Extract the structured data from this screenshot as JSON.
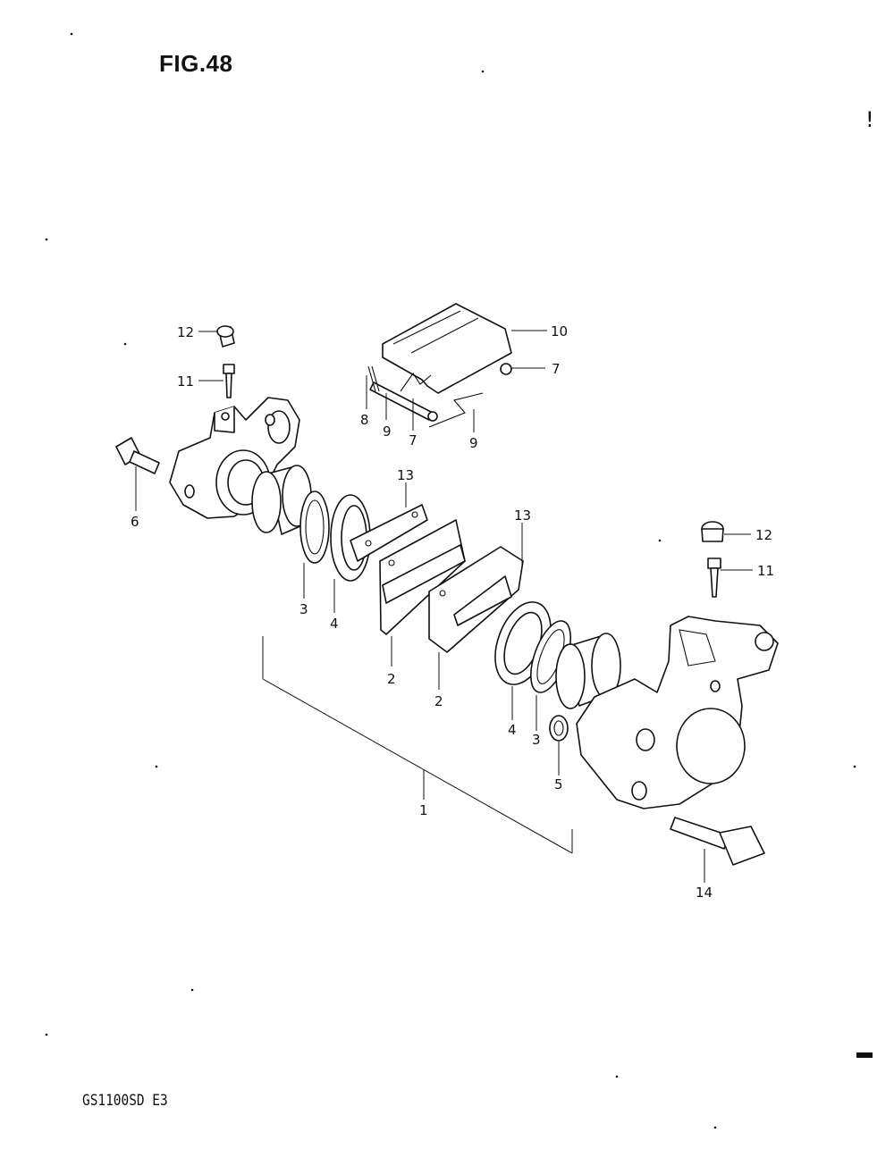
{
  "figure": {
    "title": "FIG.48",
    "model_code": "GS1100SD E3",
    "page_mark_top": "!"
  },
  "callouts": [
    {
      "id": "c12a",
      "label": "12"
    },
    {
      "id": "c11a",
      "label": "11"
    },
    {
      "id": "c6",
      "label": "6"
    },
    {
      "id": "c10",
      "label": "10"
    },
    {
      "id": "c7a",
      "label": "7"
    },
    {
      "id": "c8",
      "label": "8"
    },
    {
      "id": "c9a",
      "label": "9"
    },
    {
      "id": "c7b",
      "label": "7"
    },
    {
      "id": "c9b",
      "label": "9"
    },
    {
      "id": "c13a",
      "label": "13"
    },
    {
      "id": "c13b",
      "label": "13"
    },
    {
      "id": "c3a",
      "label": "3"
    },
    {
      "id": "c4a",
      "label": "4"
    },
    {
      "id": "c2a",
      "label": "2"
    },
    {
      "id": "c2b",
      "label": "2"
    },
    {
      "id": "c4b",
      "label": "4"
    },
    {
      "id": "c3b",
      "label": "3"
    },
    {
      "id": "c5",
      "label": "5"
    },
    {
      "id": "c1",
      "label": "1"
    },
    {
      "id": "c12b",
      "label": "12"
    },
    {
      "id": "c11b",
      "label": "11"
    },
    {
      "id": "c14",
      "label": "14"
    }
  ]
}
